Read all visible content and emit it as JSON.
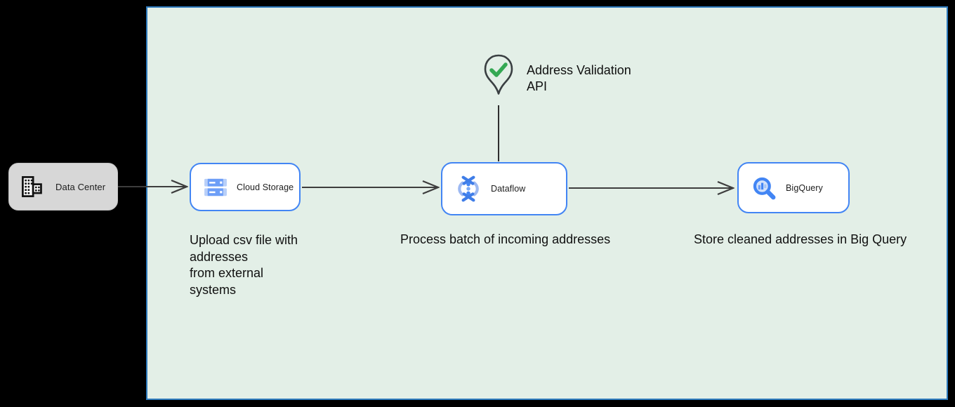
{
  "diagram": {
    "area": {
      "fill": "#e3efe7",
      "border_color": "#2e7bbe"
    },
    "external_node": {
      "label": "Data Center",
      "fill": "#d7d7d7",
      "icon": "building-icon"
    },
    "nodes": {
      "cloud_storage": {
        "label": "Cloud Storage",
        "icon": "cloud-storage-icon"
      },
      "dataflow": {
        "label": "Dataflow",
        "icon": "dataflow-icon"
      },
      "bigquery": {
        "label": "BigQuery",
        "icon": "bigquery-icon"
      }
    },
    "annotation": {
      "label": "Address Validation\nAPI",
      "icon": "location-pin-check-icon",
      "check_color": "#34a853"
    },
    "captions": {
      "cloud_storage": "Upload csv file with\naddresses\nfrom external\nsystems",
      "dataflow": "Process batch of incoming addresses",
      "bigquery": "Store cleaned addresses in Big Query"
    },
    "colors": {
      "node_border": "#4285f4",
      "connector": "#3d3d3d"
    }
  }
}
